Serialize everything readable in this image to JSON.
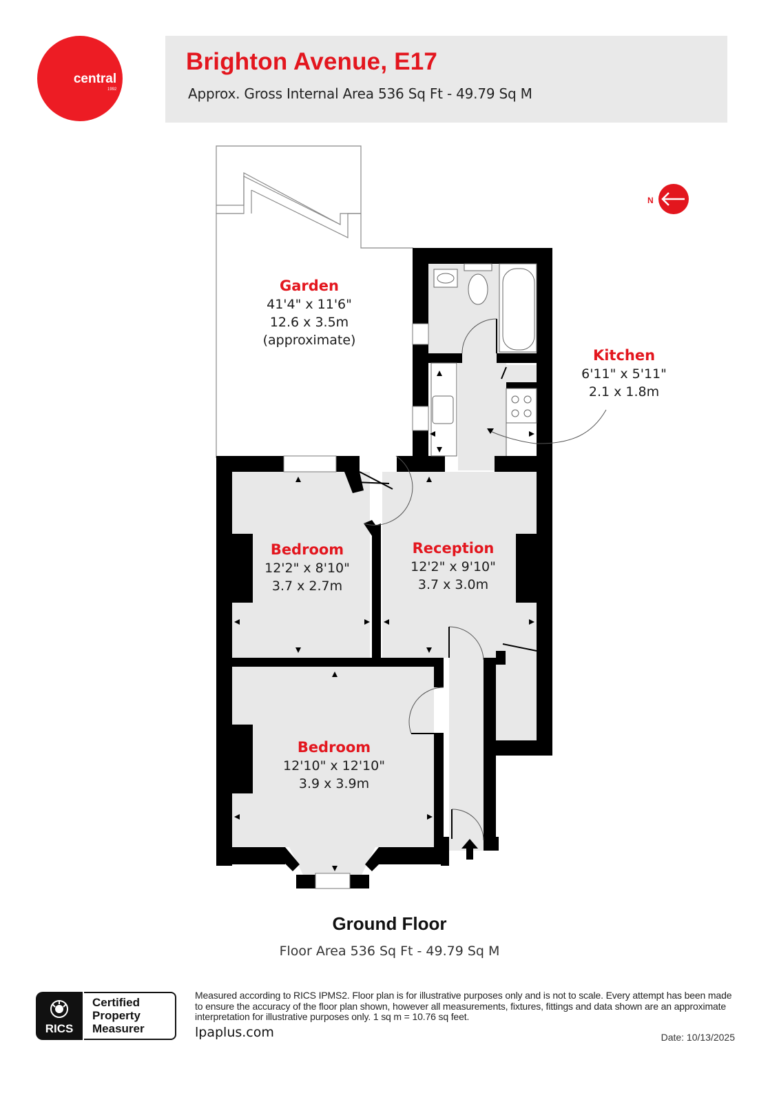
{
  "brand": {
    "logo_text": "central",
    "logo_year": "1992",
    "accent_color": "#e3161e",
    "header_band_color": "#e9e9e9"
  },
  "header": {
    "title": "Brighton Avenue, E17",
    "subtitle": "Approx. Gross Internal Area 536 Sq Ft - 49.79 Sq M"
  },
  "compass": {
    "label": "N",
    "icon": "north-arrow-icon"
  },
  "rooms": {
    "garden": {
      "name": "Garden",
      "dim_imperial": "41'4\" x 11'6\"",
      "dim_metric": "12.6 x 3.5m",
      "note": "(approximate)"
    },
    "kitchen": {
      "name": "Kitchen",
      "dim_imperial": "6'11\" x 5'11\"",
      "dim_metric": "2.1 x 1.8m"
    },
    "bedroom_1": {
      "name": "Bedroom",
      "dim_imperial": "12'2\" x 8'10\"",
      "dim_metric": "3.7 x 2.7m"
    },
    "reception": {
      "name": "Reception",
      "dim_imperial": "12'2\" x 9'10\"",
      "dim_metric": "3.7 x 3.0m"
    },
    "bedroom_2": {
      "name": "Bedroom",
      "dim_imperial": "12'10\" x 12'10\"",
      "dim_metric": "3.9 x 3.9m"
    }
  },
  "floor": {
    "title": "Ground Floor",
    "area": "Floor Area 536 Sq Ft - 49.79 Sq M"
  },
  "footer": {
    "badge_org": "RICS",
    "badge_line1": "Certified",
    "badge_line2": "Property",
    "badge_line3": "Measurer",
    "disclaimer": "Measured according to RICS IPMS2. Floor plan is for illustrative purposes only and is not to scale. Every attempt has been made to ensure the accuracy of the floor plan shown, however all measurements, fixtures, fittings and data shown are an approximate interpretation for illustrative purposes only. 1 sq m = 10.76 sq feet.",
    "website": "lpaplus.com",
    "date": "Date: 10/13/2025"
  }
}
